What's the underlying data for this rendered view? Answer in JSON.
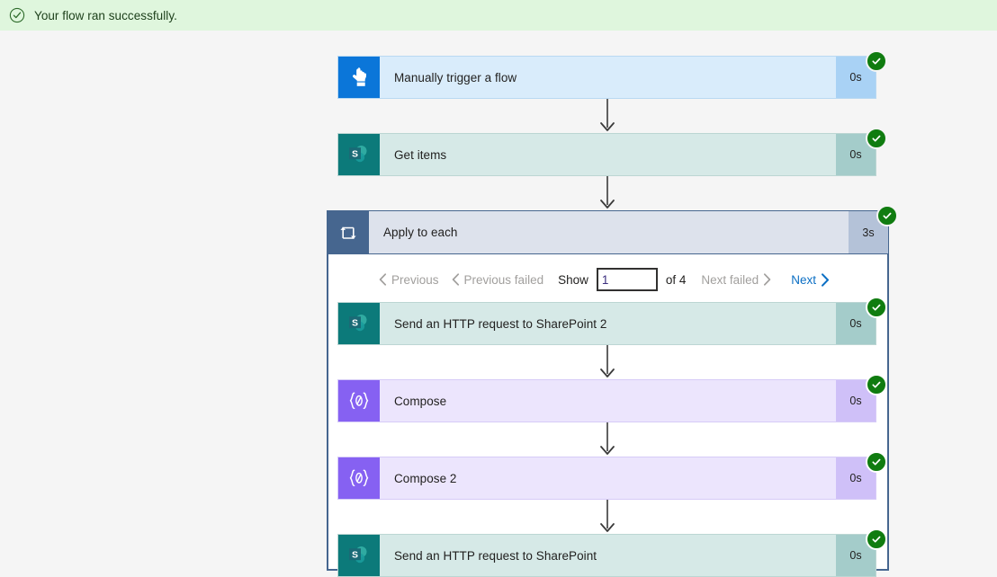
{
  "banner": {
    "icon": "success-check-circle-icon",
    "message": "Your flow ran successfully.",
    "background_color": "#dff6dd",
    "text_color": "#1c3f1a"
  },
  "flow": {
    "status_icon": "check-circle-icon",
    "status_color": "#107c10",
    "steps": [
      {
        "id": "manually-trigger-a-flow",
        "title": "Manually trigger a flow",
        "duration": "0s",
        "type": "trigger",
        "icon": "tap-hand-icon",
        "icon_color": "#0b76d9",
        "body_color": "#d9ecfb",
        "status": "succeeded"
      },
      {
        "id": "get-items",
        "title": "Get items",
        "duration": "0s",
        "type": "sharepoint",
        "icon": "sharepoint-icon",
        "icon_color": "#0c7a7a",
        "body_color": "#d6e9e7",
        "status": "succeeded"
      }
    ],
    "scope": {
      "id": "apply-to-each",
      "title": "Apply to each",
      "duration": "3s",
      "type": "loop",
      "icon": "loop-repeat-icon",
      "icon_color": "#46668f",
      "body_color": "#dde2ec",
      "border_color": "#46668f",
      "status": "succeeded",
      "pagination": {
        "previous_label": "Previous",
        "previous_enabled": false,
        "previous_failed_label": "Previous failed",
        "previous_failed_enabled": false,
        "show_label": "Show",
        "page_value": "1",
        "of_label": "of 4",
        "total_pages": 4,
        "next_failed_label": "Next failed",
        "next_failed_enabled": false,
        "next_label": "Next",
        "next_enabled": true,
        "link_color": "#0b6fc4",
        "disabled_color": "#a19f9d"
      },
      "steps": [
        {
          "id": "send-an-http-request-to-sharepoint-2",
          "title": "Send an HTTP request to SharePoint 2",
          "duration": "0s",
          "type": "sharepoint",
          "icon": "sharepoint-icon",
          "icon_color": "#0c7a7a",
          "body_color": "#d6e9e7",
          "status": "succeeded"
        },
        {
          "id": "compose",
          "title": "Compose",
          "duration": "0s",
          "type": "compose",
          "icon": "compose-braces-icon",
          "icon_color": "#8661f2",
          "body_color": "#ece5fd",
          "status": "succeeded"
        },
        {
          "id": "compose-2",
          "title": "Compose 2",
          "duration": "0s",
          "type": "compose",
          "icon": "compose-braces-icon",
          "icon_color": "#8661f2",
          "body_color": "#ece5fd",
          "status": "succeeded"
        },
        {
          "id": "send-an-http-request-to-sharepoint",
          "title": "Send an HTTP request to SharePoint",
          "duration": "0s",
          "type": "sharepoint",
          "icon": "sharepoint-icon",
          "icon_color": "#0c7a7a",
          "body_color": "#d6e9e7",
          "status": "succeeded"
        }
      ]
    }
  }
}
